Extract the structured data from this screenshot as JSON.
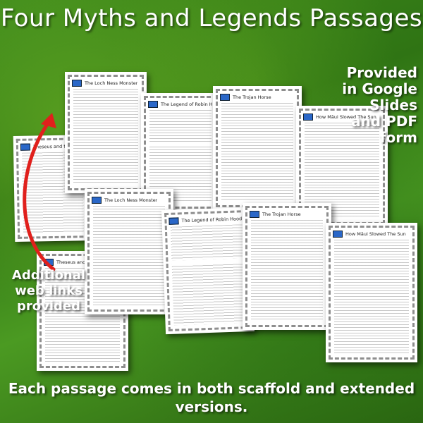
{
  "title": "Four Myths and Legends Passages",
  "callouts": {
    "provided": "Provided in Google Slides and PDF form",
    "web_links": "Additional web links provided"
  },
  "footer": "Each passage comes in both scaffold and extended versions.",
  "documents": [
    {
      "title": "The Loch Ness Monster"
    },
    {
      "title": "The Legend of Robin Hood"
    },
    {
      "title": "The Trojan Horse"
    },
    {
      "title": "How Māui Slowed The Sun"
    },
    {
      "title": "Theseus and the Minotaur"
    },
    {
      "title": "The Loch Ness Monster"
    },
    {
      "title": "The Legend of Robin Hood"
    },
    {
      "title": "The Trojan Horse"
    },
    {
      "title": "How Māui Slowed The Sun"
    },
    {
      "title": "Theseus and the Minotaur"
    }
  ],
  "colors": {
    "background": "#3f8a1c",
    "arrow": "#e0201c",
    "text": "#ffffff"
  }
}
